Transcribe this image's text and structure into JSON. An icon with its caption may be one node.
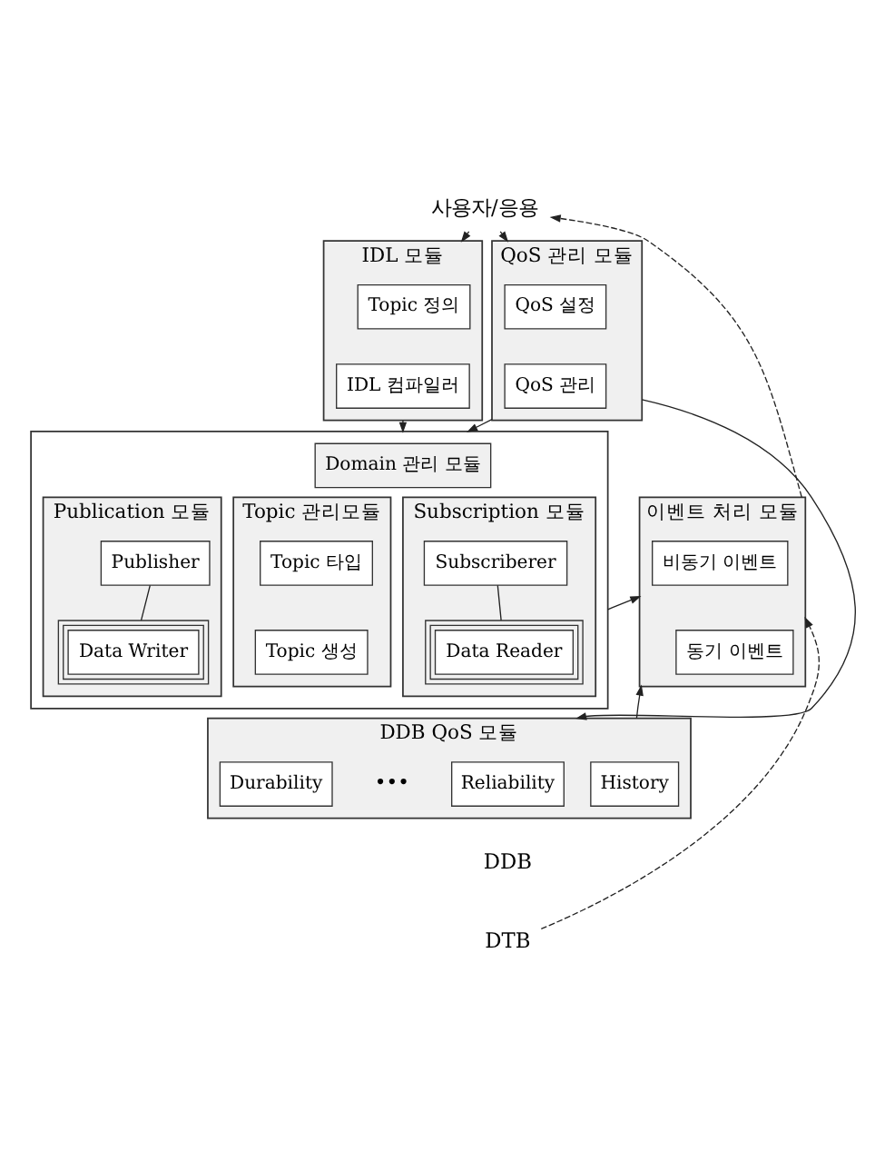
{
  "diagram": {
    "nodes": [
      {
        "text": [
          "사용자/응용"
        ]
      },
      {
        "text": [
          "QoS 관리 모듈"
        ]
      },
      {
        "text": [
          "QoS 설정"
        ],
        "in": 1
      },
      {
        "text": [
          "QoS 관리"
        ],
        "in": 1
      },
      {
        "text": [
          "IDL 모듈"
        ]
      },
      {
        "text": [
          "Topic 정의"
        ],
        "in": 4
      },
      {
        "text": [
          "IDL 컴파일러"
        ],
        "in": 4
      },
      {
        "text": [],
        "shape": "box"
      },
      {
        "text": [
          "Domain 관리 모듈"
        ],
        "in": 7
      },
      {
        "text": [
          "Publication 모듈"
        ],
        "in": 7
      },
      {
        "text": [
          "Publisher"
        ],
        "in": 9
      },
      {
        "text": [
          "Data Writer"
        ],
        "in": 9
      },
      {
        "text": [
          "Topic 관리모듈"
        ],
        "in": 7
      },
      {
        "text": [
          "Topic 타입"
        ],
        "in": 12
      },
      {
        "text": [
          "Topic 생성"
        ],
        "in": 12
      },
      {
        "text": [
          "Subscription 모듈"
        ],
        "in": 7
      },
      {
        "text": [
          "Subscriberer"
        ],
        "in": 15
      },
      {
        "text": [
          "Data Reader"
        ],
        "in": 15
      },
      {
        "text": [
          "이벤트 처리 모듈"
        ]
      },
      {
        "text": [
          "비동기 이벤트"
        ],
        "in": 18
      },
      {
        "text": [
          "동기 이벤트"
        ],
        "in": 18
      },
      {
        "text": [
          "DDB QoS 모듈"
        ]
      },
      {
        "text": [
          "Reliability"
        ],
        "in": 21
      },
      {
        "text": [
          "Durability"
        ],
        "in": 21
      },
      {
        "text": [
          "History"
        ],
        "in": 21
      },
      {
        "text": [
          "DTB"
        ]
      }
    ],
    "edges": [
      {
        "from": 0,
        "to": 1,
        "arrow": "to",
        "style": "dashed"
      },
      {
        "from": 0,
        "to": 4,
        "arrow": "to",
        "style": "dashed"
      },
      {
        "from": 1,
        "to": 7,
        "arrow": "to"
      },
      {
        "from": 4,
        "to": 7,
        "arrow": "to",
        "style": "dashed"
      },
      {
        "from": 1,
        "to": 21,
        "arrow": "to"
      },
      {
        "from": 7,
        "to": 18,
        "arrow": "to"
      },
      {
        "from": 18,
        "to": 0,
        "arrow": "to",
        "style": "dashed"
      },
      {
        "from": 21,
        "to": 18,
        "arrow": "to"
      },
      {
        "from": 25,
        "to": 18,
        "arrow": "to",
        "style": "dashed"
      },
      {
        "from": 10,
        "to": 11,
        "arrow": "none"
      },
      {
        "from": 16,
        "to": 17,
        "arrow": "none"
      }
    ],
    "labels": [
      "•••",
      "DDB"
    ]
  }
}
